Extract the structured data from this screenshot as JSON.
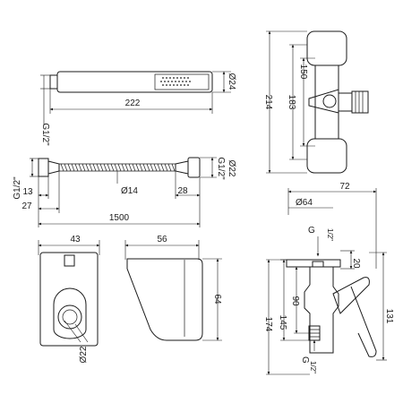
{
  "hand_shower": {
    "length": "222",
    "diameter": "Ø24",
    "thread": "G1/2\""
  },
  "hose": {
    "left_thread": "G1/2\"",
    "right_thread": "G1/2\"",
    "right_diameter": "Ø22",
    "diameter": "Ø14",
    "left_end": "13",
    "left_overall": "27",
    "right_end": "28",
    "length": "1500"
  },
  "holder": {
    "width": "43",
    "depth": "56",
    "height": "64",
    "bore": "Ø22"
  },
  "exposed_mixer": {
    "height": "214",
    "outer": "183",
    "inner": "150"
  },
  "concealed_mixer": {
    "depth": "72",
    "plate_diameter": "Ø64",
    "thread_top": "G",
    "thread_top_frac": "1/2\"",
    "thread_bottom": "G",
    "thread_bottom_frac": "1/2\"",
    "top_offset": "20",
    "height": "131",
    "lower_a": "90",
    "lower_b": "145",
    "lower_c": "174"
  }
}
